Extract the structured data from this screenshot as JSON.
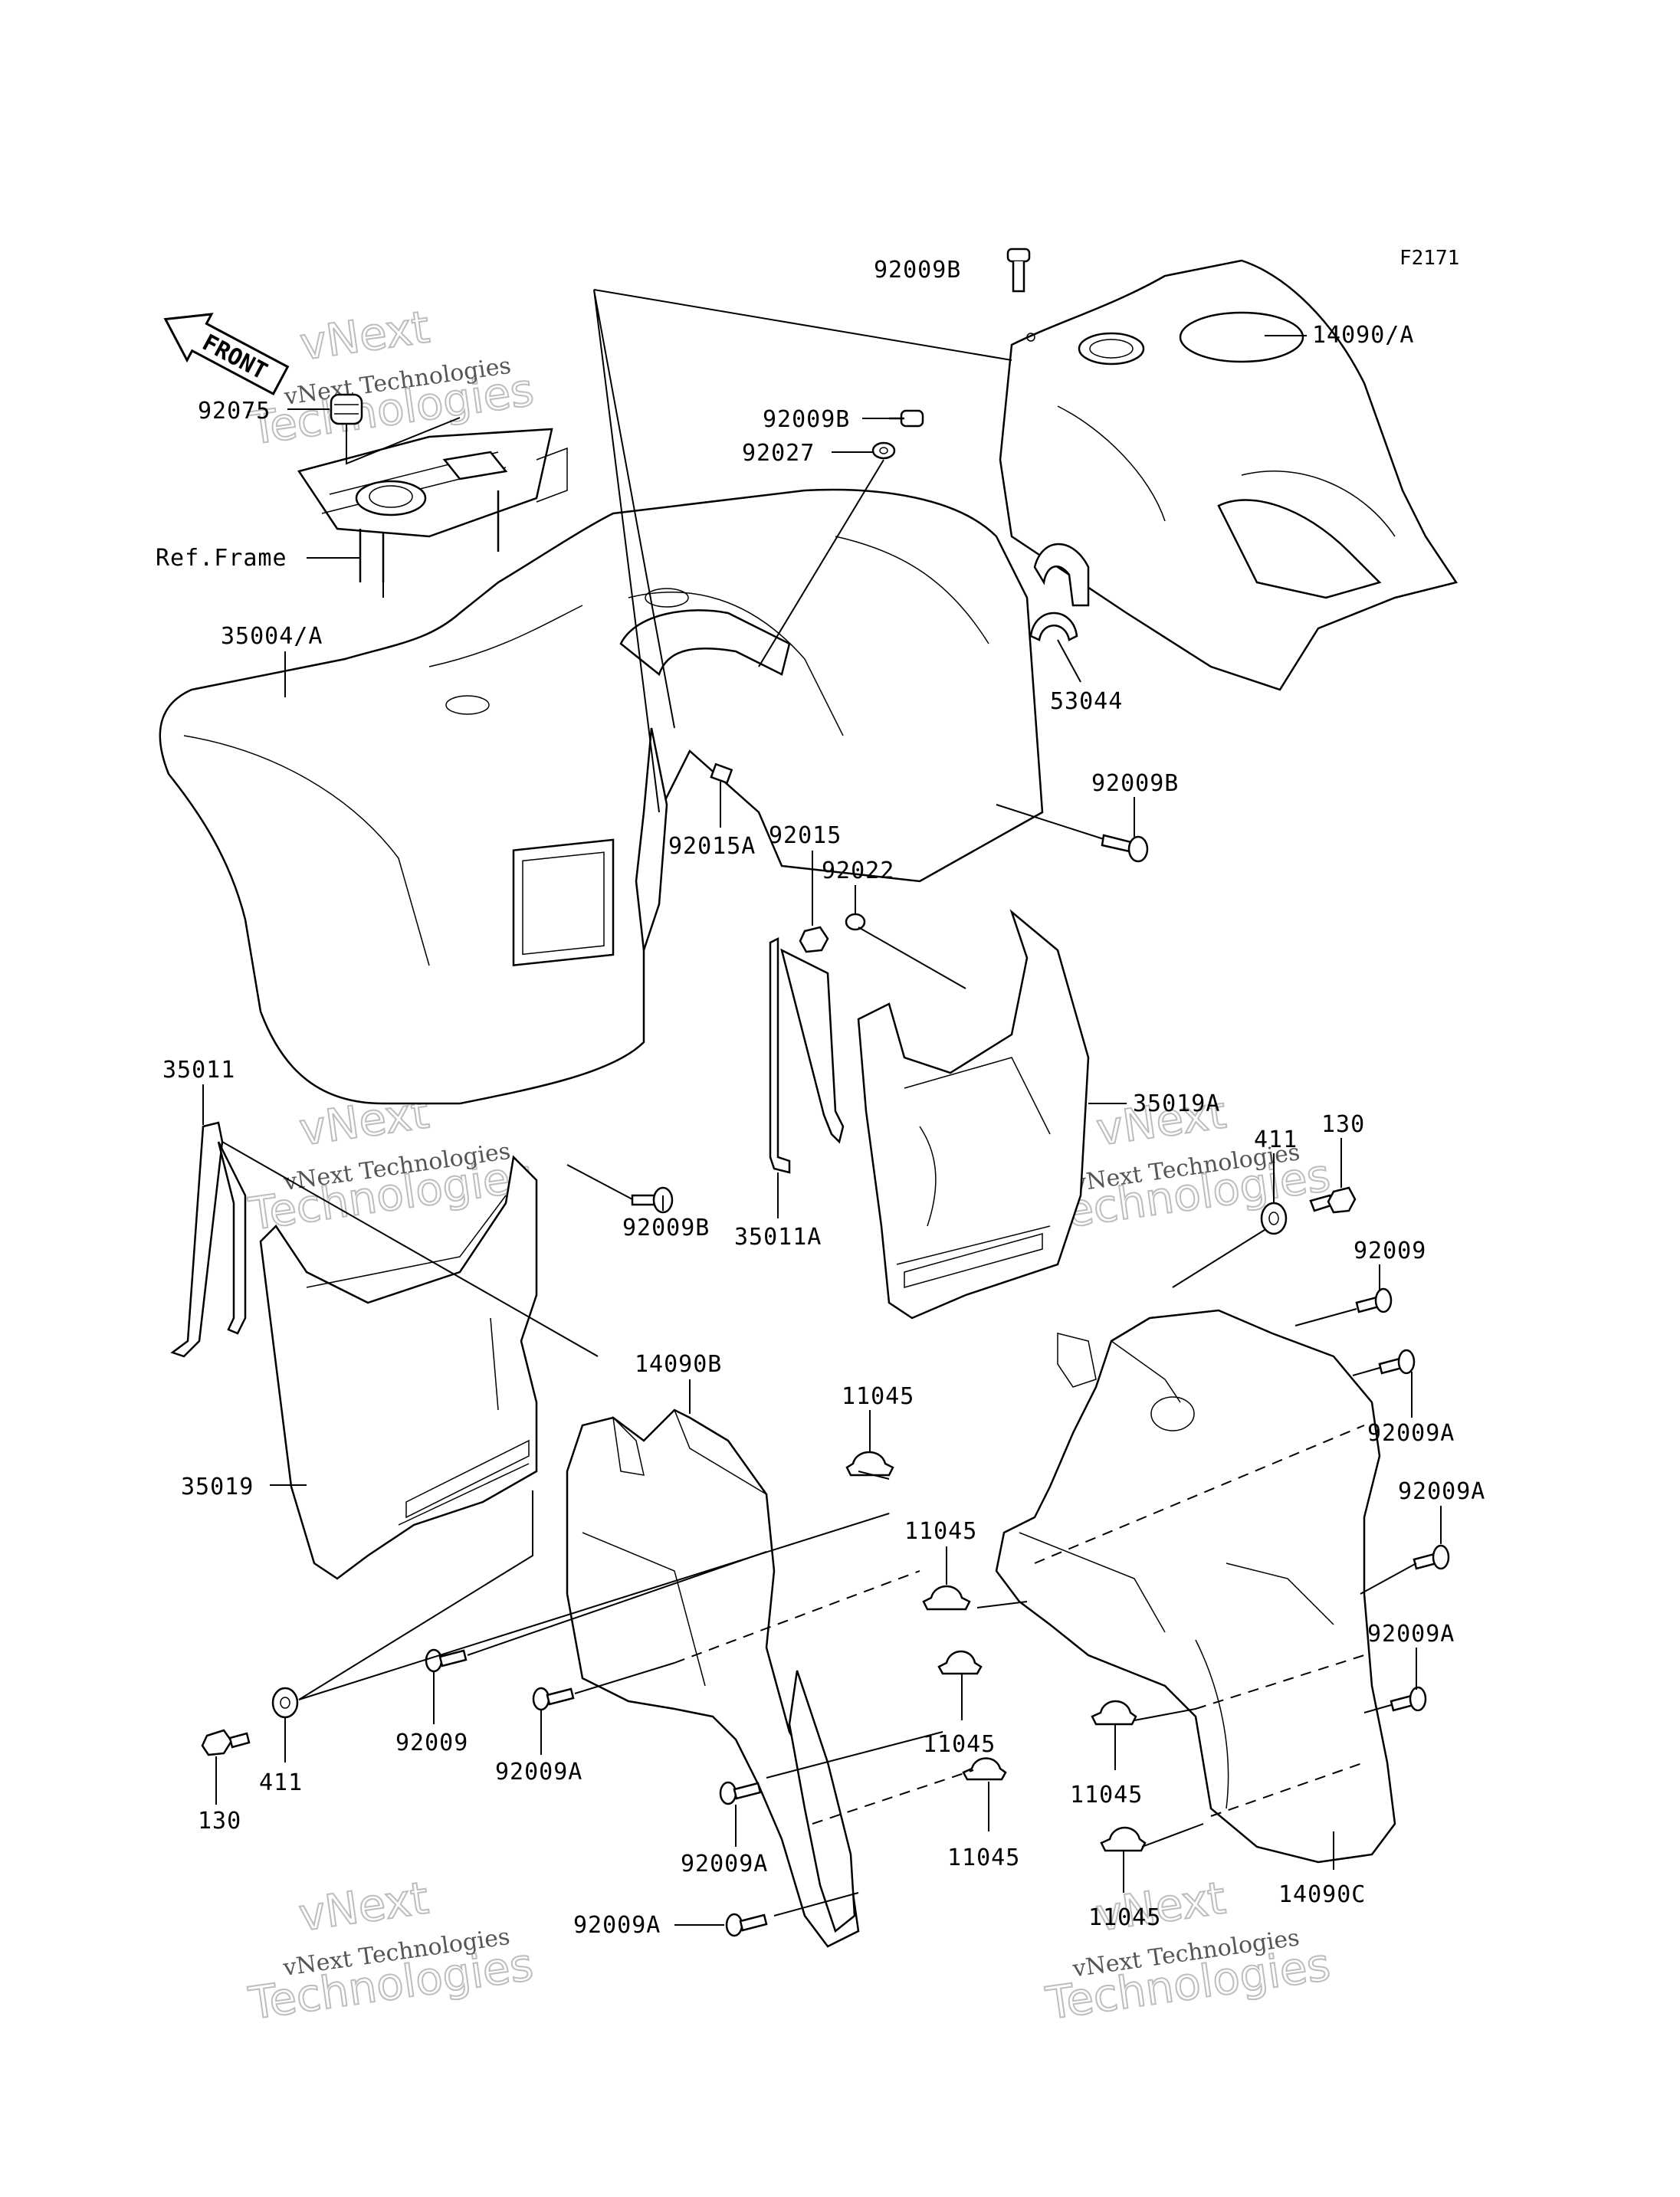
{
  "diagram": {
    "ref_code": "F2171",
    "front_arrow_text": "FRONT",
    "watermark": {
      "line1": "vNext Technologies",
      "line2": "vNext",
      "line3": "Technologies"
    },
    "labels": {
      "l_92009B_top": "92009B",
      "l_14090A": "14090/A",
      "l_92075": "92075",
      "l_92009B_mid": "92009B",
      "l_92027": "92027",
      "l_ref_frame": "Ref.Frame",
      "l_35004A": "35004/A",
      "l_53044": "53044",
      "l_92009B_right": "92009B",
      "l_92015": "92015",
      "l_92022": "92022",
      "l_92015A": "92015A",
      "l_35011": "35011",
      "l_35019A": "35019A",
      "l_411_right": "411",
      "l_130_right": "130",
      "l_92009B_low": "92009B",
      "l_35011A": "35011A",
      "l_92009_right": "92009",
      "l_14090B": "14090B",
      "l_11045_a": "11045",
      "l_92009A_r1": "92009A",
      "l_92009A_r2": "92009A",
      "l_35019": "35019",
      "l_11045_b": "11045",
      "l_92009A_r3": "92009A",
      "l_92009_left": "92009",
      "l_11045_c": "11045",
      "l_130_left": "130",
      "l_411_left": "411",
      "l_92009A_l1": "92009A",
      "l_92009A_l2": "92009A",
      "l_11045_d": "11045",
      "l_11045_e": "11045",
      "l_92009A_bottom": "92009A",
      "l_14090C": "14090C",
      "l_11045_f": "11045"
    }
  }
}
